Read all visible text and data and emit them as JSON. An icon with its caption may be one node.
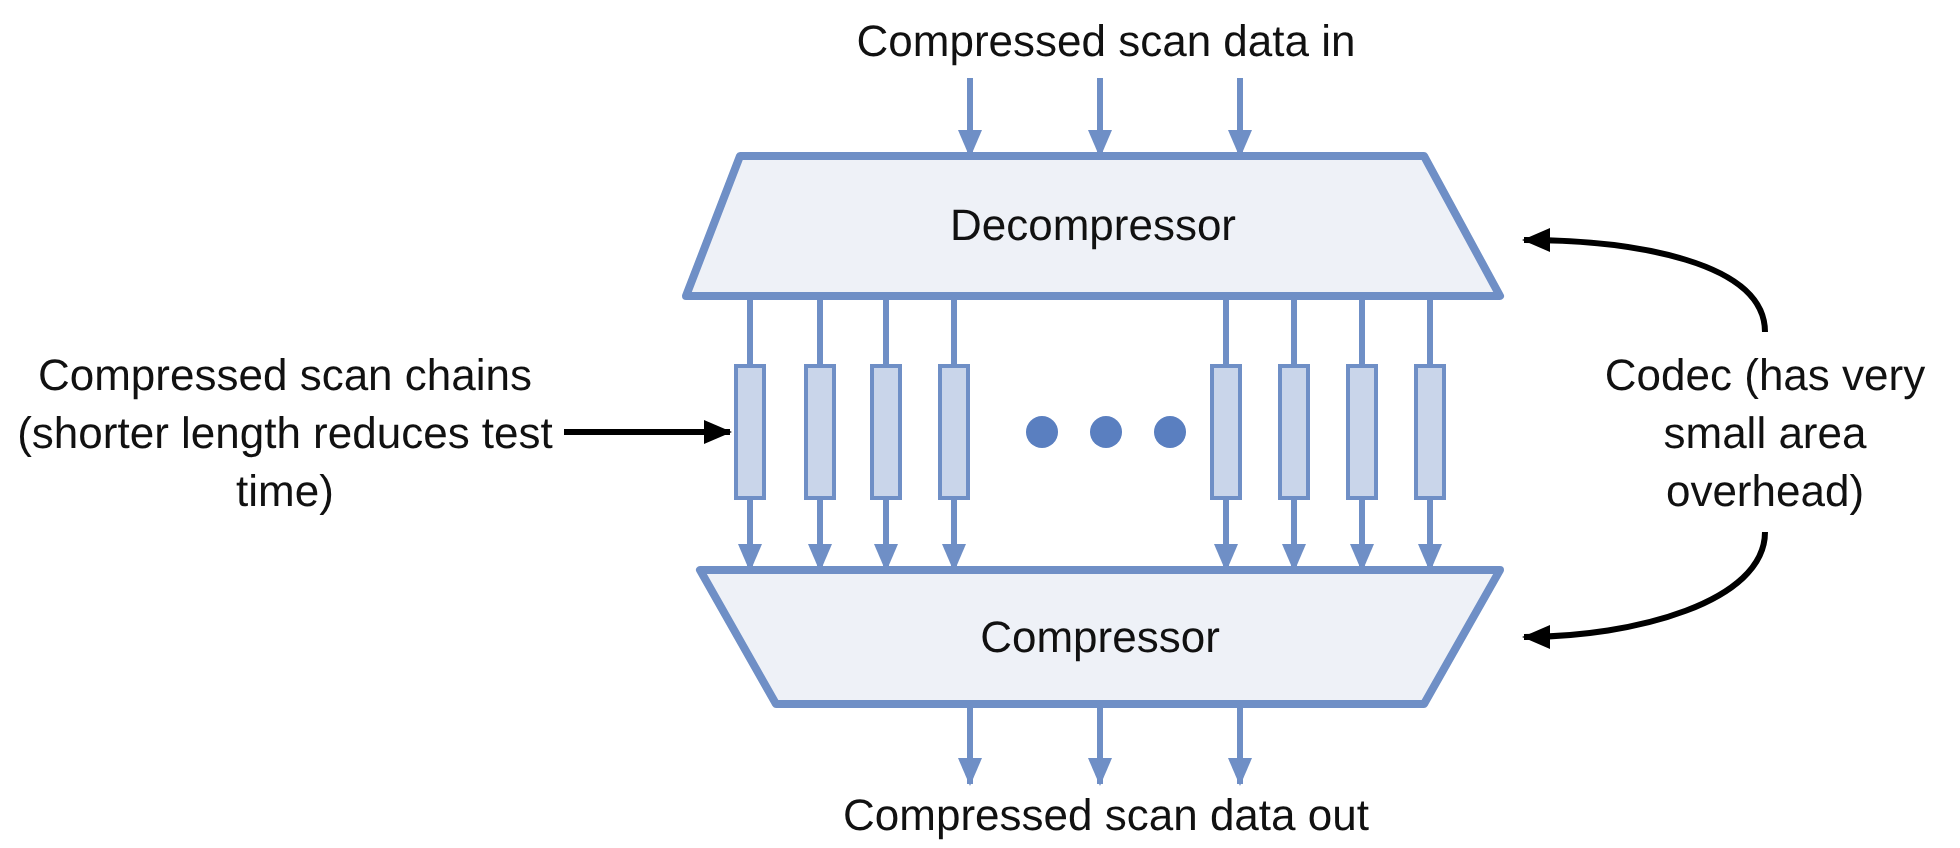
{
  "diagram": {
    "nodes": [
      {
        "text": [
          "Compressed scan data in"
        ]
      },
      {
        "text": [
          "Decompressor"
        ]
      },
      {
        "text": [
          "Compressor"
        ]
      },
      {
        "text": [],
        "shape": "bar"
      },
      {
        "text": [],
        "shape": "bar"
      },
      {
        "text": [],
        "shape": "bar"
      },
      {
        "text": [],
        "shape": "bar"
      },
      {
        "text": [],
        "shape": "bar"
      },
      {
        "text": [],
        "shape": "bar"
      },
      {
        "text": [],
        "shape": "bar"
      },
      {
        "text": [],
        "shape": "bar"
      },
      {
        "text": [
          "Compressed scan chains (shorter length reduces test time)"
        ]
      },
      {
        "text": [
          "Codec (has very small area overhead)"
        ]
      },
      {
        "text": [
          "Compressed scan data out"
        ]
      }
    ],
    "edges": [
      {
        "from": 0,
        "to": 1,
        "arrow": "to"
      },
      {
        "from": 0,
        "to": 1,
        "arrow": "to"
      },
      {
        "from": 0,
        "to": 1,
        "arrow": "to"
      },
      {
        "from": 1,
        "to": 3,
        "arrow": "none"
      },
      {
        "from": 1,
        "to": 4,
        "arrow": "none"
      },
      {
        "from": 1,
        "to": 5,
        "arrow": "none"
      },
      {
        "from": 1,
        "to": 6,
        "arrow": "none"
      },
      {
        "from": 1,
        "to": 7,
        "arrow": "none"
      },
      {
        "from": 1,
        "to": 8,
        "arrow": "none"
      },
      {
        "from": 1,
        "to": 9,
        "arrow": "none"
      },
      {
        "from": 1,
        "to": 10,
        "arrow": "none"
      },
      {
        "from": 3,
        "to": 2,
        "arrow": "to"
      },
      {
        "from": 4,
        "to": 2,
        "arrow": "to"
      },
      {
        "from": 5,
        "to": 2,
        "arrow": "to"
      },
      {
        "from": 6,
        "to": 2,
        "arrow": "to"
      },
      {
        "from": 7,
        "to": 2,
        "arrow": "to"
      },
      {
        "from": 8,
        "to": 2,
        "arrow": "to"
      },
      {
        "from": 9,
        "to": 2,
        "arrow": "to"
      },
      {
        "from": 10,
        "to": 2,
        "arrow": "to"
      },
      {
        "from": 11,
        "to": 3,
        "arrow": "to",
        "color": "#000000"
      },
      {
        "from": 12,
        "to": 1,
        "arrow": "to",
        "color": "#000000"
      },
      {
        "from": 12,
        "to": 2,
        "arrow": "to",
        "color": "#000000"
      },
      {
        "from": 2,
        "to": 13,
        "arrow": "to"
      },
      {
        "from": 2,
        "to": 13,
        "arrow": "to"
      },
      {
        "from": 2,
        "to": 13,
        "arrow": "to"
      }
    ]
  }
}
